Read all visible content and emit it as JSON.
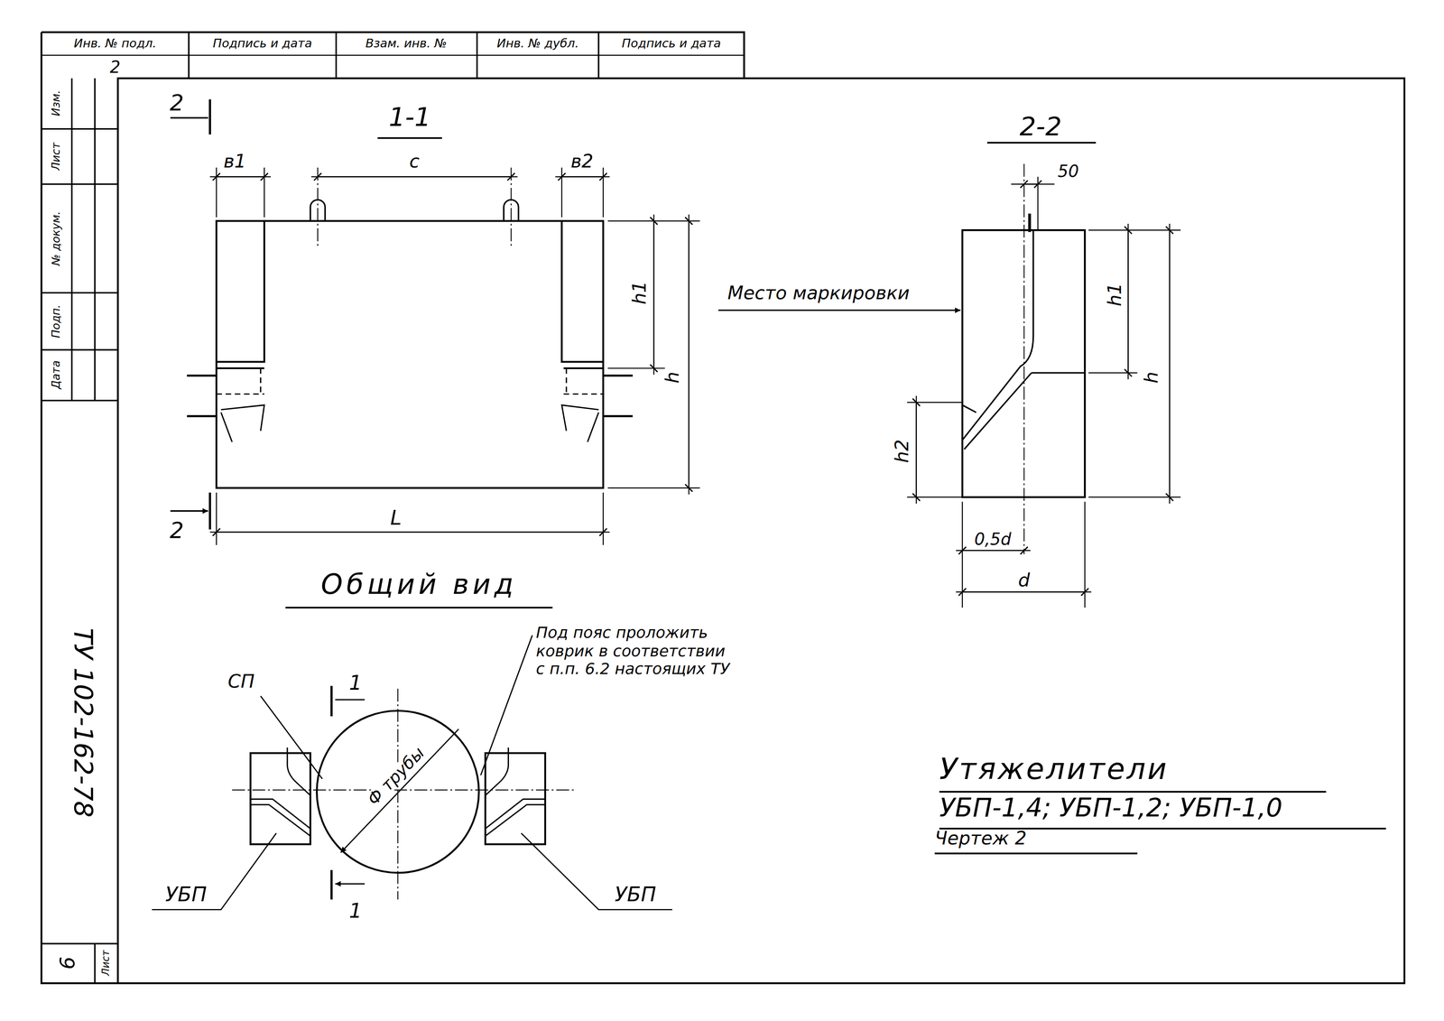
{
  "diagram": {
    "labels": [
      "Инв. № подл.",
      "Подпись и дата",
      "Взам. инв. №",
      "Инв. № дубл.",
      "Подпись и дата",
      "2",
      "Изм.",
      "Лист",
      "№ докум.",
      "Подп.",
      "Дата",
      "ТУ 102-162-78",
      "Лист",
      "6",
      "2",
      "1-1",
      "в1",
      "с",
      "в2",
      "h1",
      "h",
      "L",
      "2",
      "Общий вид",
      "2-2",
      "50",
      "Место маркировки",
      "h1",
      "h",
      "h2",
      "0,5d",
      "d",
      "Под пояс проложить коврик в соответствии с п.п. 6.2 настоящих ТУ",
      "СП",
      "1",
      "Ф трубы",
      "1",
      "УБП",
      "УБП",
      "Утяжелители",
      "УБП-1,4; УБП-1,2; УБП-1,0",
      "Чертеж 2"
    ]
  }
}
